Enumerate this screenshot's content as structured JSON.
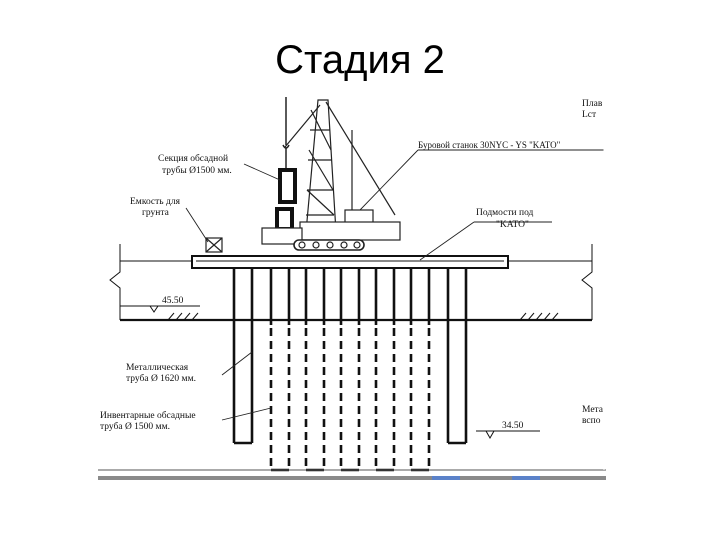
{
  "slide": {
    "title": "Стадия 2"
  },
  "labels": {
    "casing_section_line1": "Секция обсадной",
    "casing_section_line2": "трубы Ø1500 мм.",
    "soil_tank_line1": "Емкость для",
    "soil_tank_line2": "грунта",
    "drill_rig": "Буровой станок 30NYC - YS \"KATO\"",
    "platform_line1": "Подмости под",
    "platform_line2": "\"KATO\"",
    "level_top": "45.50",
    "level_bottom": "34.50",
    "metal_pipe_line1": "Металлическая",
    "metal_pipe_line2": "труба Ø 1620 мм.",
    "casing_pipes_line1": "Инвентарные обсадные",
    "casing_pipes_line2": "труба Ø 1500 мм.",
    "cut_top_line1": "Плав",
    "cut_top_line2": "Lст",
    "cut_right_line1": "Мета",
    "cut_right_line2": "вспо"
  }
}
